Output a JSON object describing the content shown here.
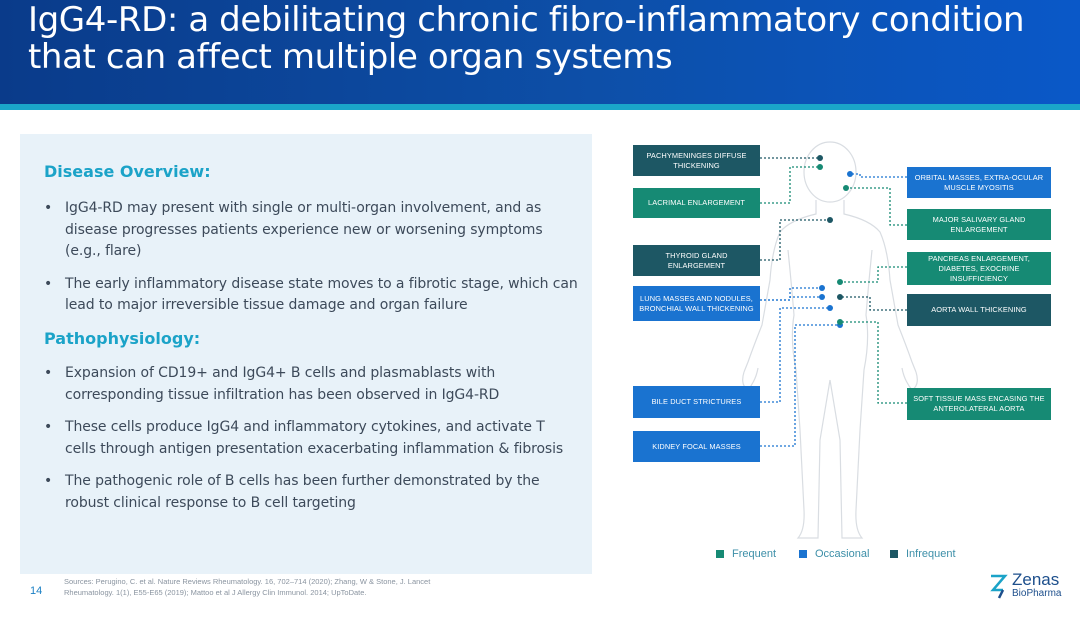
{
  "title": "IgG4-RD: a debilitating chronic fibro-inflammatory condition that can affect multiple organ systems",
  "overview": {
    "heading": "Disease Overview:",
    "bullets": [
      "IgG4-RD may present with single or multi-organ involvement, and as disease progresses patients experience new or worsening symptoms (e.g., flare)",
      "The early inflammatory disease state moves to a fibrotic stage, which can lead to major irreversible tissue damage and organ failure"
    ]
  },
  "pathophysiology": {
    "heading": "Pathophysiology:",
    "bullets": [
      "Expansion of CD19+ and IgG4+ B cells and plasmablasts with corresponding tissue infiltration has been observed in IgG4-RD",
      "These cells produce IgG4 and inflammatory cytokines, and activate T cells through antigen presentation exacerbating inflammation & fibrosis",
      "The pathogenic role of B cells has been further demonstrated by the robust clinical response to B cell targeting"
    ]
  },
  "diagram": {
    "left_labels": [
      {
        "text": "PACHYMENINGES DIFFUSE THICKENING",
        "frequency": "Infrequent"
      },
      {
        "text": "LACRIMAL ENLARGEMENT",
        "frequency": "Frequent"
      },
      {
        "text": "THYROID GLAND ENLARGEMENT",
        "frequency": "Infrequent"
      },
      {
        "text": "LUNG MASSES AND NODULES, BRONCHIAL WALL THICKENING",
        "frequency": "Occasional"
      },
      {
        "text": "BILE DUCT STRICTURES",
        "frequency": "Occasional"
      },
      {
        "text": "KIDNEY FOCAL MASSES",
        "frequency": "Occasional"
      }
    ],
    "right_labels": [
      {
        "text": "ORBITAL MASSES, EXTRA-OCULAR MUSCLE MYOSITIS",
        "frequency": "Occasional"
      },
      {
        "text": "MAJOR SALIVARY GLAND ENLARGEMENT",
        "frequency": "Frequent"
      },
      {
        "text": "PANCREAS ENLARGEMENT, DIABETES, EXOCRINE INSUFFICIENCY",
        "frequency": "Frequent"
      },
      {
        "text": "AORTA WALL THICKENING",
        "frequency": "Infrequent"
      },
      {
        "text": "SOFT TISSUE MASS ENCASING THE ANTEROLATERAL AORTA",
        "frequency": "Frequent"
      }
    ]
  },
  "legend": [
    {
      "label": "Frequent",
      "color": "#168a74"
    },
    {
      "label": "Occasional",
      "color": "#1a73d0"
    },
    {
      "label": "Infrequent",
      "color": "#1d5764"
    }
  ],
  "footer": {
    "page_number": "14",
    "sources": "Sources: Perugino, C. et al. Nature Reviews Rheumatology. 16, 702–714 (2020); Zhang, W & Stone, J. Lancet Rheumatology. 1(1), E55-E65 (2019); Mattoo et al J Allergy Clin Immunol. 2014; UpToDate.",
    "logo_name": "Zenas",
    "logo_sub": "BioPharma"
  },
  "colors": {
    "header": "#0d4fa8",
    "accent": "#1ba3c8",
    "frequent": "#168a74",
    "occasional": "#1a73d0",
    "infrequent": "#1d5764"
  }
}
